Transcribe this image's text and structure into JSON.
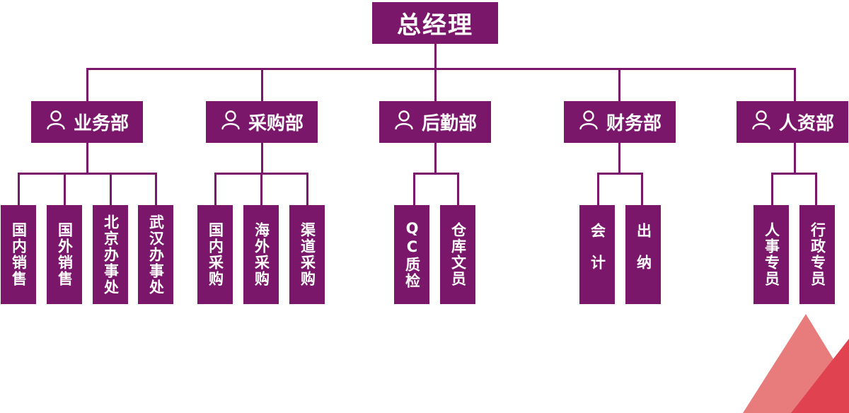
{
  "root": {
    "label": "总经理"
  },
  "departments": [
    {
      "label": "业务部",
      "icon": "person-icon",
      "units": [
        "国内销售",
        "国外销售",
        "北京办事处",
        "武汉办事处"
      ]
    },
    {
      "label": "采购部",
      "icon": "person-icon",
      "units": [
        "国内采购",
        "海外采购",
        "渠道采购"
      ]
    },
    {
      "label": "后勤部",
      "icon": "person-icon",
      "units": [
        "QC质检",
        "仓库文员"
      ]
    },
    {
      "label": "财务部",
      "icon": "person-icon",
      "units": [
        "会计",
        "出纳"
      ]
    },
    {
      "label": "人资部",
      "icon": "person-icon",
      "units": [
        "人事专员",
        "行政专员"
      ]
    }
  ],
  "colors": {
    "box": "#7a176b",
    "line": "#7a176b",
    "text": "#ffffff",
    "deco_light": "#e87b7b",
    "deco_dark": "#e0434f"
  }
}
